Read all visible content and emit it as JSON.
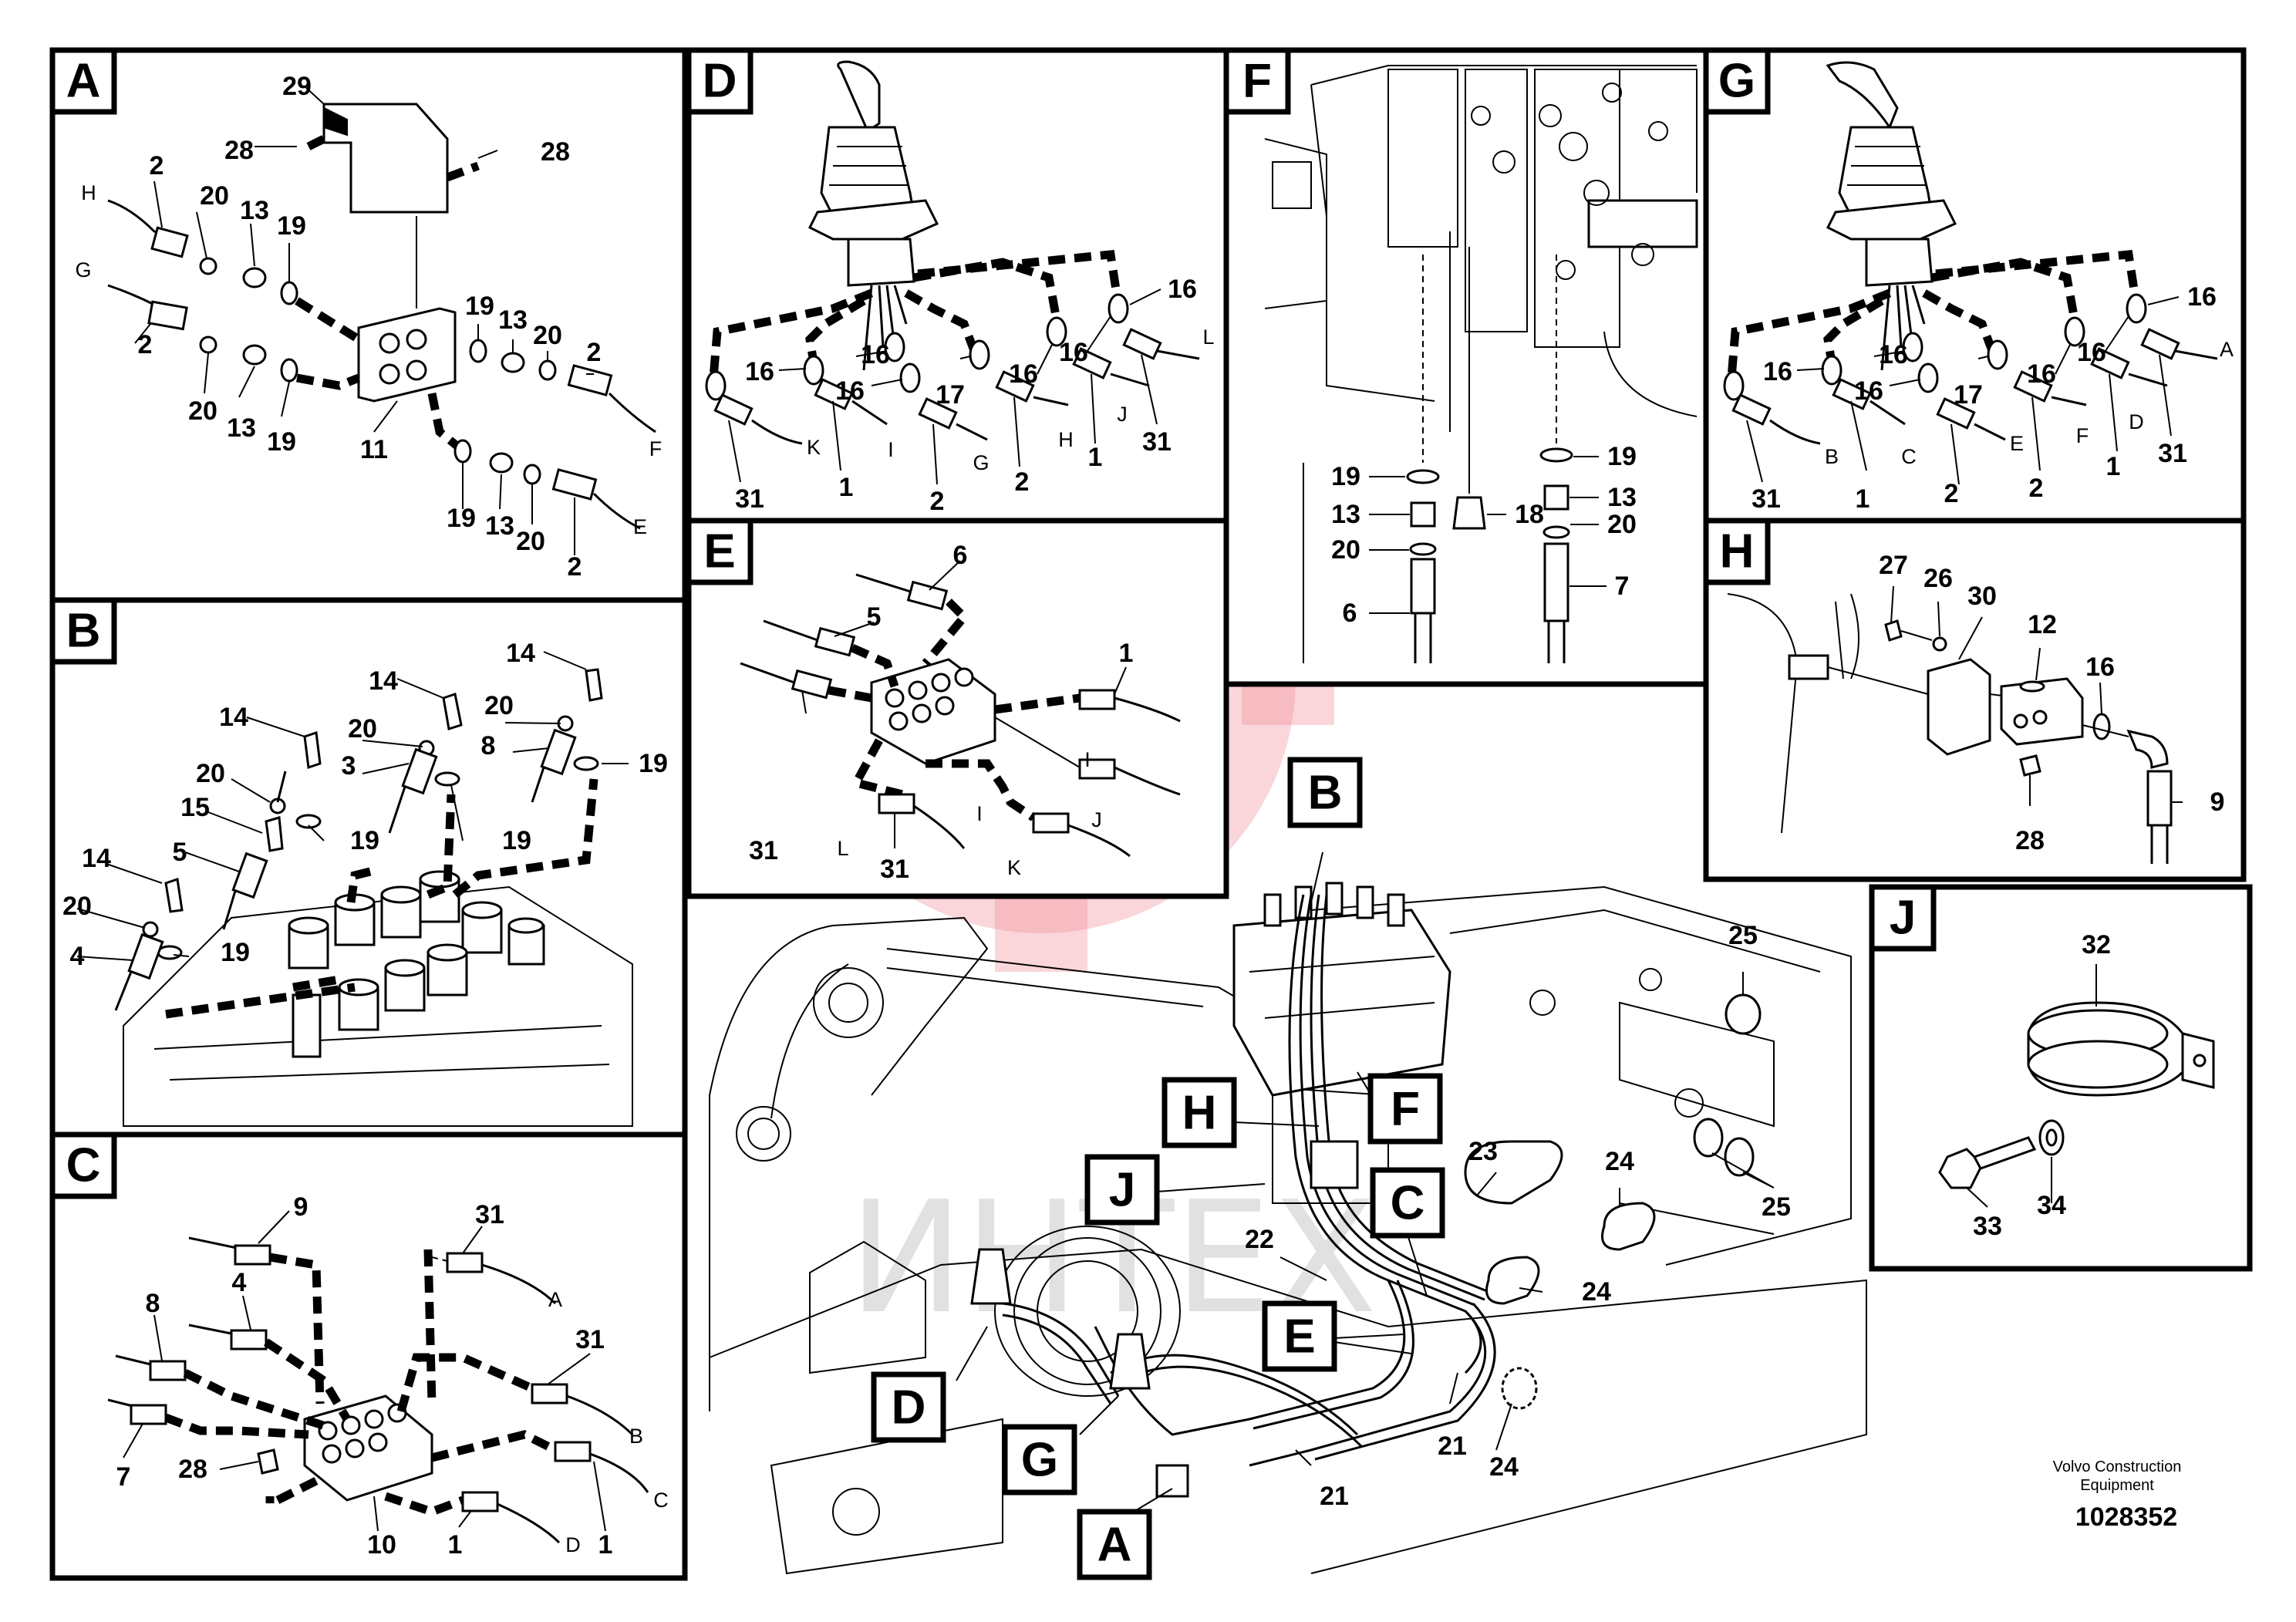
{
  "panels": {
    "A": {
      "tag": "A",
      "callouts": [
        "29",
        "28",
        "28",
        "2",
        "20",
        "13",
        "19",
        "2",
        "20",
        "13",
        "19",
        "11",
        "19",
        "13",
        "20",
        "2",
        "19",
        "13",
        "20",
        "2"
      ],
      "letters": [
        "H",
        "G",
        "F",
        "E"
      ]
    },
    "B": {
      "tag": "B",
      "callouts": [
        "14",
        "14",
        "20",
        "14",
        "3",
        "20",
        "8",
        "19",
        "20",
        "15",
        "19",
        "19",
        "14",
        "5",
        "20",
        "4",
        "19"
      ],
      "extra": "3"
    },
    "C": {
      "tag": "C",
      "callouts": [
        "9",
        "31",
        "4",
        "8",
        "31",
        "7",
        "28",
        "10",
        "1",
        "1"
      ],
      "letters": [
        "A",
        "B",
        "C",
        "D"
      ]
    },
    "D": {
      "tag": "D",
      "callouts": [
        "16",
        "16",
        "16",
        "16",
        "17",
        "16",
        "16",
        "31",
        "1",
        "2",
        "2",
        "1",
        "31"
      ],
      "letters": [
        "L",
        "K",
        "I",
        "G",
        "H",
        "J"
      ]
    },
    "E": {
      "tag": "E",
      "callouts": [
        "6",
        "5",
        "1",
        "31",
        "31"
      ],
      "letters": [
        "I",
        "J",
        "L",
        "I",
        "K"
      ]
    },
    "F": {
      "tag": "F",
      "callouts": [
        "19",
        "13",
        "18",
        "20",
        "6",
        "19",
        "13",
        "20",
        "7"
      ]
    },
    "G": {
      "tag": "G",
      "callouts": [
        "16",
        "16",
        "16",
        "16",
        "17",
        "16",
        "16",
        "31",
        "1",
        "2",
        "2",
        "1",
        "31"
      ],
      "letters": [
        "A",
        "B",
        "C",
        "E",
        "F",
        "D"
      ]
    },
    "H": {
      "tag": "H",
      "callouts": [
        "27",
        "26",
        "30",
        "12",
        "16",
        "9",
        "28"
      ]
    },
    "J": {
      "tag": "J",
      "callouts": [
        "32",
        "33",
        "34"
      ]
    }
  },
  "overview": {
    "callouts": [
      "25",
      "25",
      "23",
      "24",
      "22",
      "24",
      "21",
      "24",
      "21"
    ],
    "tags": [
      "B",
      "H",
      "F",
      "J",
      "C",
      "E",
      "D",
      "G",
      "A"
    ]
  },
  "footer": {
    "company": "Volvo Construction Equipment",
    "doc_number": "1028352"
  },
  "watermark": {
    "text": "ИНТЕХ",
    "color": "#f08a94"
  }
}
